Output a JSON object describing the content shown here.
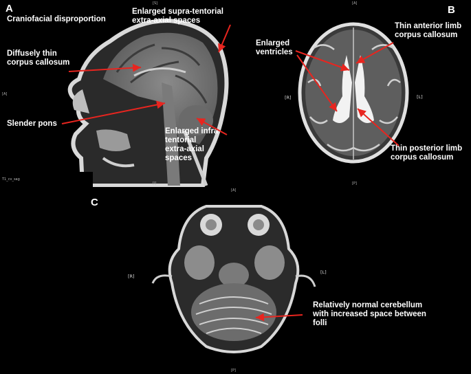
{
  "panels": {
    "a": {
      "letter": "A",
      "title": "Craniofacial disproportion",
      "labels": {
        "corpus": "Diffusely thin\ncorpus callosum",
        "pons": "Slender pons",
        "supra": "Enlarged supra-tentorial\nextra-axial spaces",
        "infra": "Enlarged infra-\ntentorial\nextra-axial\nspaces"
      },
      "markers": {
        "top": "[S]",
        "left": "[A]",
        "bottom": "[I]",
        "series": "T1_cv_sag"
      }
    },
    "b": {
      "letter": "B",
      "labels": {
        "ventricles": "Enlarged\nventricles",
        "anterior": "Thin anterior limb\ncorpus callosum",
        "posterior": "Thin posterior limb\ncorpus callosum"
      },
      "markers": {
        "top": "[A]",
        "right": "[L]",
        "left": "[R]",
        "bottom": "[P]"
      }
    },
    "c": {
      "letter": "C",
      "labels": {
        "cerebellum": "Relatively normal cerebellum\nwith increased space between\nfolli"
      },
      "markers": {
        "top": "[A]",
        "right": "[L]",
        "left": "[R]",
        "bottom": "[P]"
      }
    }
  },
  "colors": {
    "arrow": "#e8251f",
    "label": "#ffffff"
  }
}
